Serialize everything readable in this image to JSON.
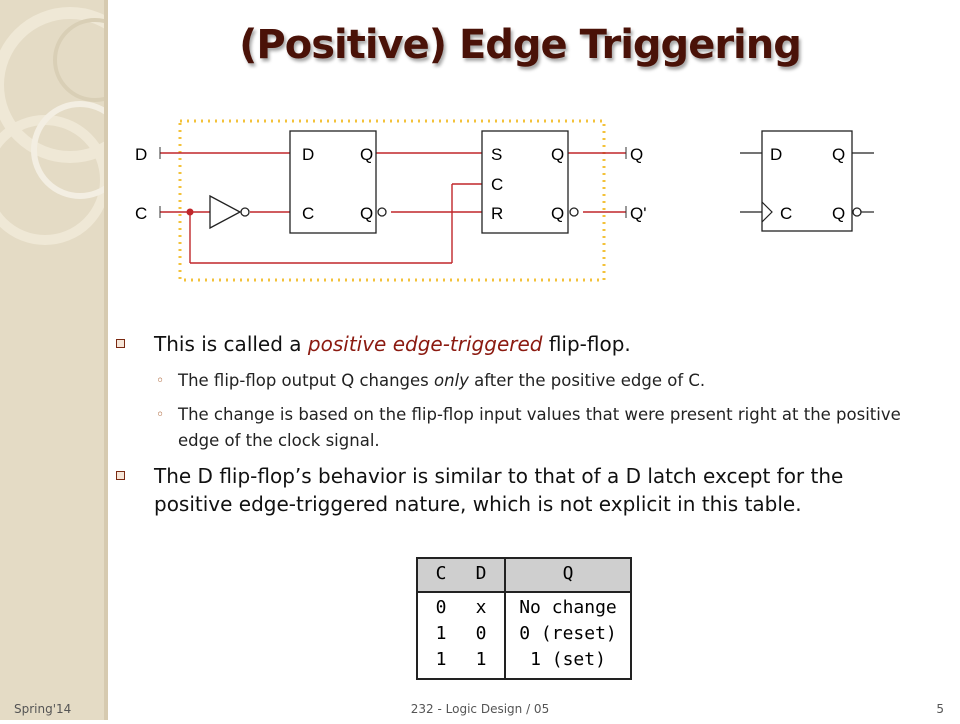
{
  "title": "(Positive) Edge Triggering",
  "circuit": {
    "input_d": "D",
    "input_c": "C",
    "latch1": {
      "d": "D",
      "q": "Q",
      "c": "C",
      "qbar": "Q"
    },
    "latch2": {
      "s": "S",
      "q": "Q",
      "c": "C",
      "r": "R",
      "qbar": "Q"
    },
    "output_q": "Q",
    "output_qprime": "Q'"
  },
  "symbol": {
    "d": "D",
    "q": "Q",
    "c": "C",
    "qbar": "Q"
  },
  "bullets": [
    {
      "pre": "This is called a ",
      "highlight": "positive edge-triggered",
      "post": " flip-flop."
    },
    {
      "pre": "The flip-flop output Q changes ",
      "italic": "only",
      "post": " after the positive edge of C."
    },
    {
      "text": "The change is based on the flip-flop input values that were present right at the positive edge of the clock signal."
    },
    {
      "text": "The D flip-flop’s behavior is similar to that of a D latch except for the positive edge-triggered nature, which is not explicit in this table."
    }
  ],
  "table": {
    "headers": {
      "c": "C",
      "d": "D",
      "q": "Q"
    },
    "rows": [
      {
        "c": "0",
        "d": "x",
        "q": "No change"
      },
      {
        "c": "1",
        "d": "0",
        "q": "0 (reset)"
      },
      {
        "c": "1",
        "d": "1",
        "q": "1 (set)"
      }
    ]
  },
  "footer": {
    "left": "Spring'14",
    "center": "232 - Logic Design / 05",
    "page": "5"
  },
  "colors": {
    "wire": "#c0262a",
    "dotted_box": "#f3c23a",
    "title": "#4a1208",
    "accent": "#8b1a10"
  }
}
